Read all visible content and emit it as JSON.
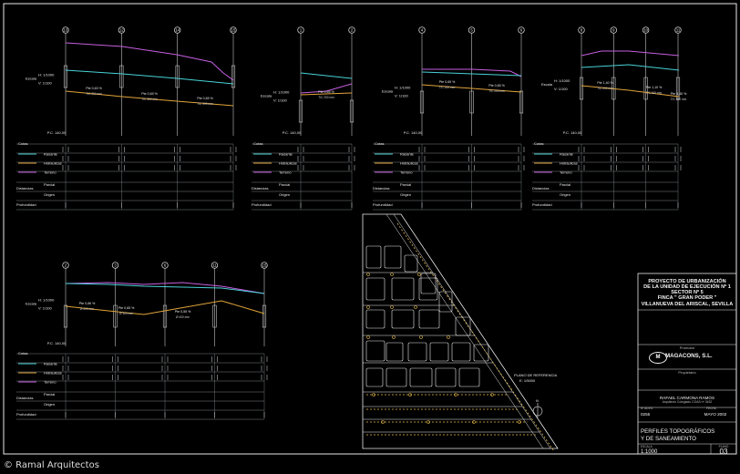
{
  "colors": {
    "background": "#000000",
    "line": "#e8e8e8",
    "rasante": "#49d2d8",
    "hidraulicas": "#e0a43a",
    "terreno": "#c65fe0",
    "grid": "#9aa0a6",
    "sewer": "#e6b94a"
  },
  "profiles": [
    {
      "id": "p1",
      "stations": [
        "13",
        "12",
        "14",
        "15"
      ],
      "scale_label": "Escala",
      "scale_h": "H: 1/1000",
      "scale_v": "V: 1/100",
      "pc": "P.C. 140,00",
      "slopes": [
        {
          "text": "Pte 0,63 %",
          "sub": "T/C 290 mm"
        },
        {
          "text": "Pte 0,69 %",
          "sub": "T/C 300 mm"
        },
        {
          "text": "Pte 0,65 %",
          "sub": "T/C 309 mm"
        }
      ]
    },
    {
      "id": "p2",
      "stations": [
        "1",
        "2"
      ],
      "scale_label": "Escala",
      "scale_h": "H: 1/1000",
      "scale_v": "V: 1/100",
      "pc": "P.C. 140,00",
      "slopes": [
        {
          "text": "Pte 0,65 %",
          "sub": "T/C 200 mm"
        }
      ]
    },
    {
      "id": "p3",
      "stations": [
        "4",
        "5",
        "6"
      ],
      "scale_label": "Escala",
      "scale_h": "H: 1/1000",
      "scale_v": "V: 1/100",
      "pc": "P.C. 140,00",
      "slopes": [
        {
          "text": "Pte 0,65 %",
          "sub": "T/C 200 mm"
        },
        {
          "text": "Pte 0,65 %",
          "sub": "T/C 200 mm"
        }
      ]
    },
    {
      "id": "p4",
      "stations": [
        "8",
        "9",
        "10",
        "11"
      ],
      "scale_label": "Escala",
      "scale_h": "H: 1/1000",
      "scale_v": "V: 1/100",
      "pc": "P.C. 140,00",
      "slopes": [
        {
          "text": "Pte 1,40 %",
          "sub": "T/C 200 mm"
        },
        {
          "text": "Pte 1,10 %",
          "sub": "T/C 400 mm"
        },
        {
          "text": "Pte 1,40 %",
          "sub": "T/C 200 mm"
        }
      ]
    },
    {
      "id": "p5",
      "stations": [
        "2",
        "3",
        "6",
        "11",
        "15"
      ],
      "scale_label": "Escala",
      "scale_h": "H: 1/1000",
      "scale_v": "V: 1/100",
      "pc": "P.C. 140,00",
      "slopes": [
        {
          "text": "Pte 0,66 %",
          "sub": "Ø 400 mm"
        },
        {
          "text": "Pte 0,65 %",
          "sub": "Ø 300 mm"
        },
        {
          "text": "Pte 0,55 %",
          "sub": "Ø 400 mm"
        }
      ]
    }
  ],
  "legend": {
    "cotas": "Cotas",
    "rasante": "Rasante",
    "hidraulicas": "Hidráulicas",
    "terreno": "Terreno",
    "distancias": "Distancias",
    "parcial": "Parcial",
    "origen": "Origen",
    "profundidad": "Profundidad"
  },
  "plan": {
    "label_line1": "PLANO DE REFERENCIA",
    "label_line2": "E: 1/5000"
  },
  "title_block": {
    "project_lines": [
      "PROYECTO DE URBANIZACIÓN",
      "DE LA UNIDAD DE EJECUCIÓN Nº 1",
      "SECTOR Nº 5",
      "FINCA \" GRAN PODER \"",
      "VILLANUEVA DEL ARISCAL, SEVILLA"
    ],
    "promotor_label": "Promotor",
    "company": "MAGACONS, S.L.",
    "propietario_label": "Propietario",
    "author": "RAFAEL CARMONA RAMOS",
    "author_sub": "Arquitecto Colegiado COAS nº 3432",
    "plano_label": "Nº ADVO.",
    "plano_value": "0255",
    "fecha_label": "FECHA",
    "fecha_value": "MAYO 2002",
    "drawing_title_1": "PERFILES TOPOGRÁFICOS",
    "drawing_title_2": "Y DE SANEAMIENTO",
    "escala_label": "ESCALA",
    "escala_value": "1:1000",
    "plano_num_label": "PLANO",
    "plano_num_value": "03"
  },
  "credit": "© Ramal Arquitectos"
}
